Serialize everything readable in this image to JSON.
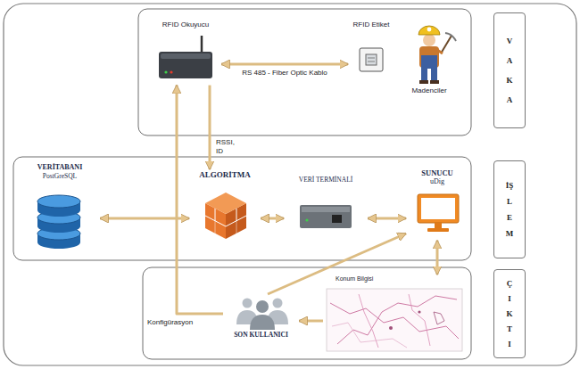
{
  "diagram": {
    "nodes": [
      {
        "text": [
          "RFID Okuyucu"
        ]
      },
      {
        "text": [
          "RFID Etiket"
        ]
      },
      {
        "text": [
          "Madenciler"
        ]
      },
      {
        "text": [
          "VERİTABANI",
          "PostGreSQL"
        ]
      },
      {
        "text": [
          "ALGORİTMA"
        ]
      },
      {
        "text": [
          "VERİ TERMİNALİ"
        ]
      },
      {
        "text": [
          "SUNUCU",
          "uDig"
        ]
      },
      {
        "text": [
          "SON KULLANICI"
        ]
      },
      {
        "text": [
          "Konum Bilgisi"
        ]
      },
      {
        "text": [
          "VAKA"
        ]
      },
      {
        "text": [
          "İŞLEM"
        ]
      },
      {
        "text": [
          "ÇIKTI"
        ]
      }
    ],
    "edges": [
      {
        "from": 0,
        "to": 1,
        "label": "RS 485 - Fiber Optic Kablo",
        "arrow": "both"
      },
      {
        "from": 0,
        "to": 4,
        "label": "RSSI, ID",
        "arrow": "to"
      },
      {
        "from": 3,
        "to": 4,
        "arrow": "both"
      },
      {
        "from": 4,
        "to": 5,
        "arrow": "both"
      },
      {
        "from": 5,
        "to": 6,
        "arrow": "both"
      },
      {
        "from": 6,
        "to": 8,
        "arrow": "both"
      },
      {
        "from": 8,
        "to": 7,
        "arrow": "to"
      },
      {
        "from": 7,
        "to": 6,
        "arrow": "to"
      },
      {
        "from": 7,
        "to": 0,
        "label": "Konfigürasyon",
        "arrow": "to"
      }
    ]
  }
}
